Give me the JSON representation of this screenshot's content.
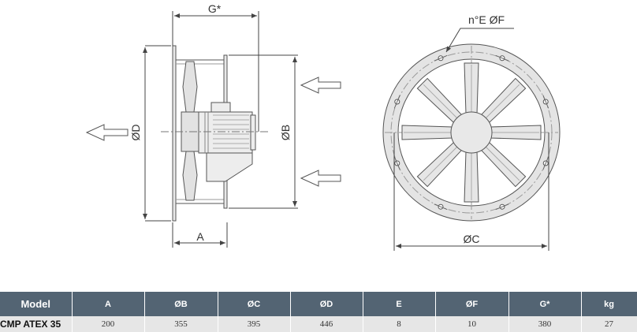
{
  "drawing": {
    "labels": {
      "g_star": "G*",
      "diameter_d": "ØD",
      "diameter_b": "ØB",
      "dim_a": "A",
      "holes": "n°E  ØF",
      "diameter_c": "ØC"
    }
  },
  "table": {
    "headers": [
      "Model",
      "A",
      "ØB",
      "ØC",
      "ØD",
      "E",
      "ØF",
      "G*",
      "kg"
    ],
    "rows": [
      [
        "CMP ATEX 35",
        "200",
        "355",
        "395",
        "446",
        "8",
        "10",
        "380",
        "27"
      ]
    ]
  }
}
